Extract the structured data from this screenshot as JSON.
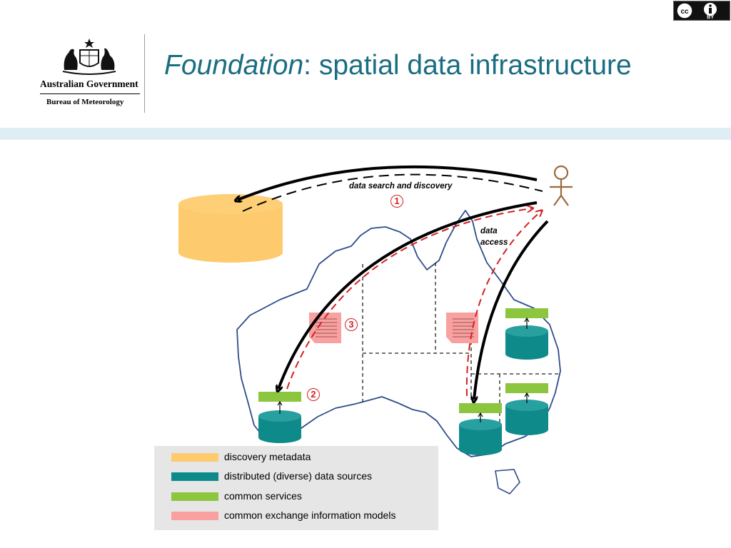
{
  "license_badge": {
    "by_text": "BY"
  },
  "logo": {
    "government": "Australian Government",
    "bureau": "Bureau of Meteorology"
  },
  "title": {
    "emphasis": "Foundation",
    "rest": ": spatial data infrastructure"
  },
  "diagram": {
    "search_label": "data search and discovery",
    "access_label_line1": "data",
    "access_label_line2": "access",
    "markers": [
      "1",
      "2",
      "3"
    ]
  },
  "legend": {
    "items": [
      {
        "label": "discovery metadata",
        "color": "#fdcb6e"
      },
      {
        "label": "distributed (diverse) data sources",
        "color": "#0e8a8a"
      },
      {
        "label": "common services",
        "color": "#8cc63f"
      },
      {
        "label": "common exchange information models",
        "color": "#f9a0a0"
      }
    ]
  },
  "colors": {
    "title": "#1a6d82",
    "metadata": "#fdcb6e",
    "data_source": "#0e8a8a",
    "service": "#8cc63f",
    "exchange_model": "#f9a0a0",
    "dashed_arrow": "#d42020",
    "person": "#9a6a3a"
  }
}
